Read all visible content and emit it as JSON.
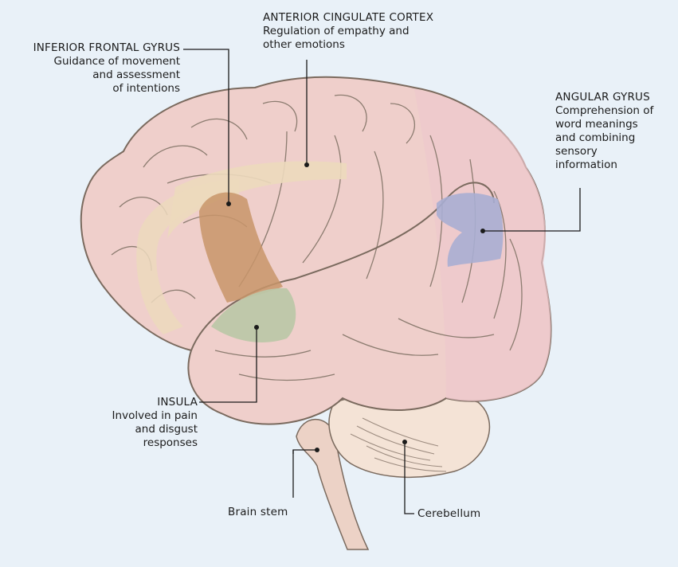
{
  "labels": {
    "anterior_cingulate": {
      "title": "ANTERIOR CINGULATE CORTEX",
      "desc": [
        "Regulation of empathy and",
        "other emotions"
      ]
    },
    "inferior_frontal": {
      "title": "INFERIOR FRONTAL GYRUS",
      "desc": [
        "Guidance of movement",
        "and assessment",
        "of intentions"
      ]
    },
    "angular_gyrus": {
      "title": "ANGULAR GYRUS",
      "desc": [
        "Comprehension of",
        "word meanings",
        "and combining",
        "sensory",
        "information"
      ]
    },
    "insula": {
      "title": "INSULA",
      "desc": [
        "Involved in pain",
        "and disgust",
        "responses"
      ]
    },
    "brain_stem": {
      "title": "Brain stem"
    },
    "cerebellum": {
      "title": "Cerebellum"
    }
  },
  "colors": {
    "background": "#e9f1f8",
    "brain_fill": "#efcfcb",
    "brain_outline": "#7a6a5e",
    "occipital_tint": "#eec7cc",
    "cingulate_region": "#ecd9bd",
    "frontal_gyrus_region": "#c8956a",
    "insula_region": "#bcc7a8",
    "angular_region": "#a9aed3",
    "cerebellum_fill": "#f4e3d6",
    "brainstem_fill": "#ecd2c6",
    "leader_line": "#1b1b1b"
  }
}
